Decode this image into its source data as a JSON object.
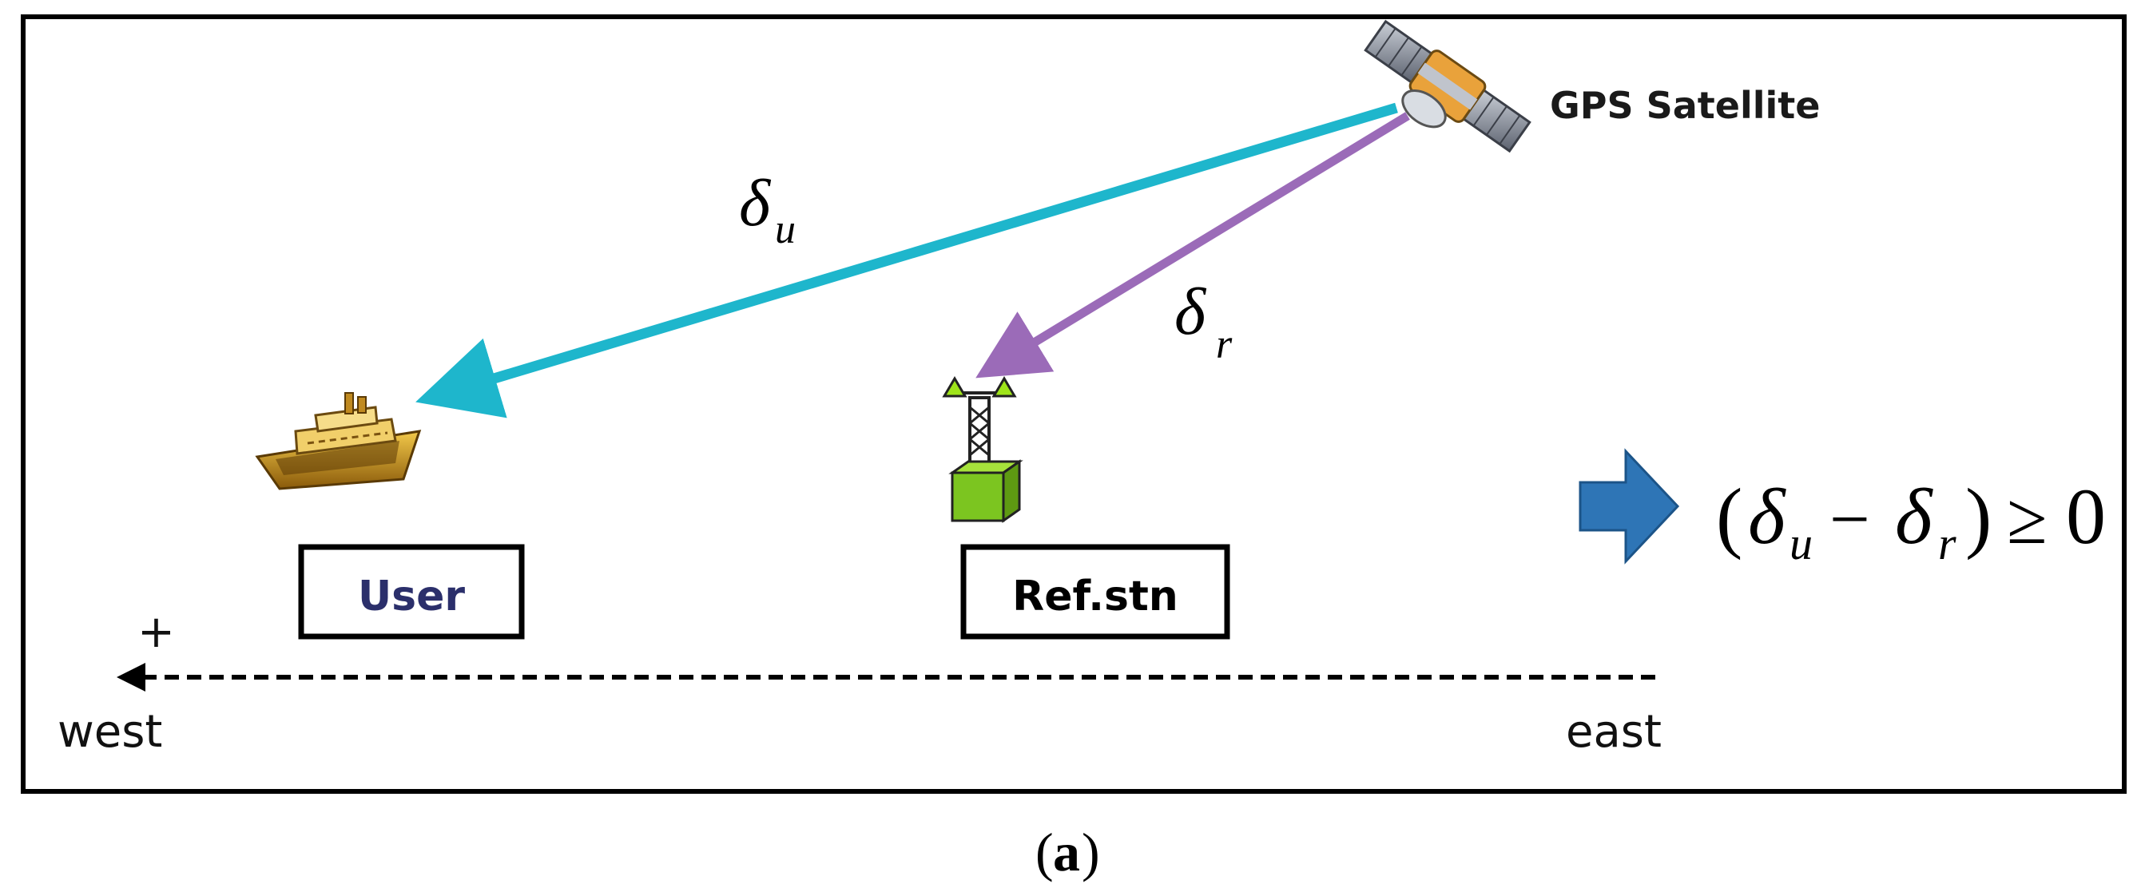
{
  "satellite": {
    "label": "GPS Satellite"
  },
  "user": {
    "label": "User"
  },
  "reference_station": {
    "label": "Ref.stn"
  },
  "delta_user": {
    "symbol": "δ",
    "subscript": "u"
  },
  "delta_ref": {
    "symbol": "δ",
    "subscript": "r"
  },
  "formula": {
    "open": "(",
    "d1": "δ",
    "s1": "u",
    "minus": "−",
    "d2": "δ",
    "s2": "r",
    "close": ")",
    "relation": "≥",
    "rhs": "0"
  },
  "axis": {
    "plus": "+",
    "west": "west",
    "east": "east"
  },
  "caption": {
    "open": "(",
    "letter": "a",
    "close": ")"
  },
  "colors": {
    "user_ray": "#1EB6CC",
    "ref_ray": "#9B6BB8",
    "user_label": "#2B2F6B",
    "result_arrow": "#2E75B6",
    "station_box": "#7CC520"
  },
  "icons": [
    "satellite-icon",
    "ship-icon",
    "antenna-tower-icon",
    "result-arrow-icon"
  ]
}
